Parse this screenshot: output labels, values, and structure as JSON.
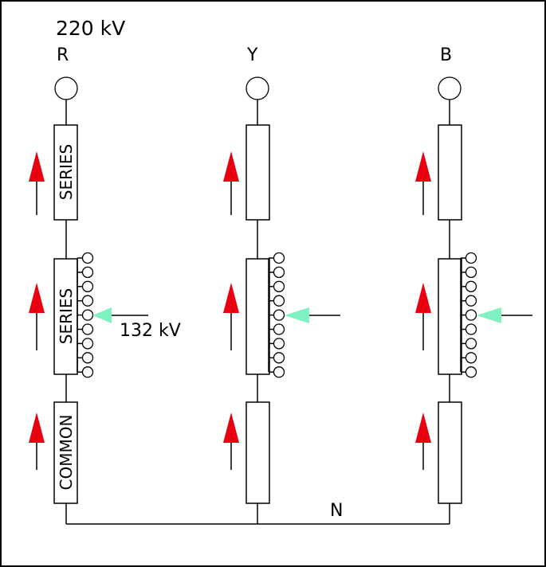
{
  "title": "220  kV",
  "tap_voltage": "132  kV",
  "neutral_label": "N",
  "phases": [
    {
      "name": "R",
      "labels": {
        "top": "SERIES",
        "middle": "SERIES",
        "bottom": "COMMON"
      },
      "tap_count": 9,
      "selected_tap": 5
    },
    {
      "name": "Y",
      "labels": {
        "top": "",
        "middle": "",
        "bottom": ""
      },
      "tap_count": 9,
      "selected_tap": 5
    },
    {
      "name": "B",
      "labels": {
        "top": "",
        "middle": "",
        "bottom": ""
      },
      "tap_count": 9,
      "selected_tap": 5
    }
  ],
  "colors": {
    "current_arrow": "#e8000f",
    "tap_selector_arrow": "#7ef2c0",
    "line": "#000000",
    "background": "#ffffff"
  }
}
